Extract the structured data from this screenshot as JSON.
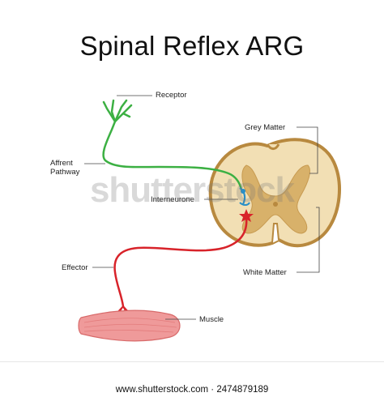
{
  "title": "Spinal Reflex ARG",
  "labels": {
    "receptor": "Receptor",
    "afferent_line1": "Affrent",
    "afferent_line2": "Pathway",
    "grey_matter": "Grey Matter",
    "interneurone": "Interneurone",
    "white_matter": "White Matter",
    "effector": "Effector",
    "muscle": "Muscle"
  },
  "watermark": "shutterstock",
  "footer": "www.shutterstock.com · 2474879189",
  "colors": {
    "afferent": "#3cb043",
    "efferent": "#d8232a",
    "interneuron": "#2a8fc7",
    "white_matter": "#f2dfb4",
    "cord_outline": "#b8893f",
    "grey_matter": "#d8b16a",
    "muscle": "#ef9a9a"
  }
}
